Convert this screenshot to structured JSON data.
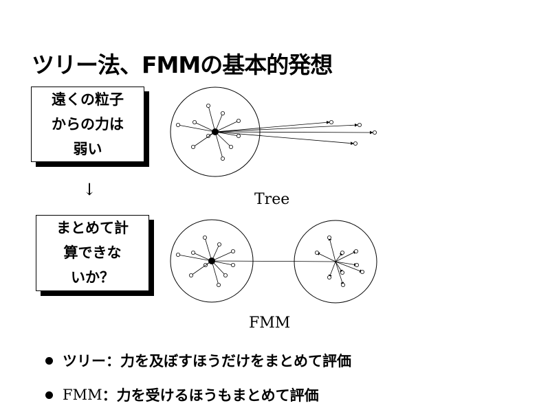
{
  "title": "ツリー法、FMMの基本的発想",
  "box1": {
    "lines": [
      "遠くの粒子",
      "からの力は",
      "弱い"
    ]
  },
  "arrow": "↓",
  "box2": {
    "lines": [
      "まとめて計",
      "算できな",
      "いか？"
    ]
  },
  "diagram_tree_caption": "Tree",
  "diagram_fmm_caption": "FMM",
  "bullets": [
    {
      "label": "ツリー",
      "text": "：力を及ぼすほうだけをまとめて評価"
    },
    {
      "label": "FMM",
      "text": "：力を受けるほうもまとめて評価"
    }
  ]
}
